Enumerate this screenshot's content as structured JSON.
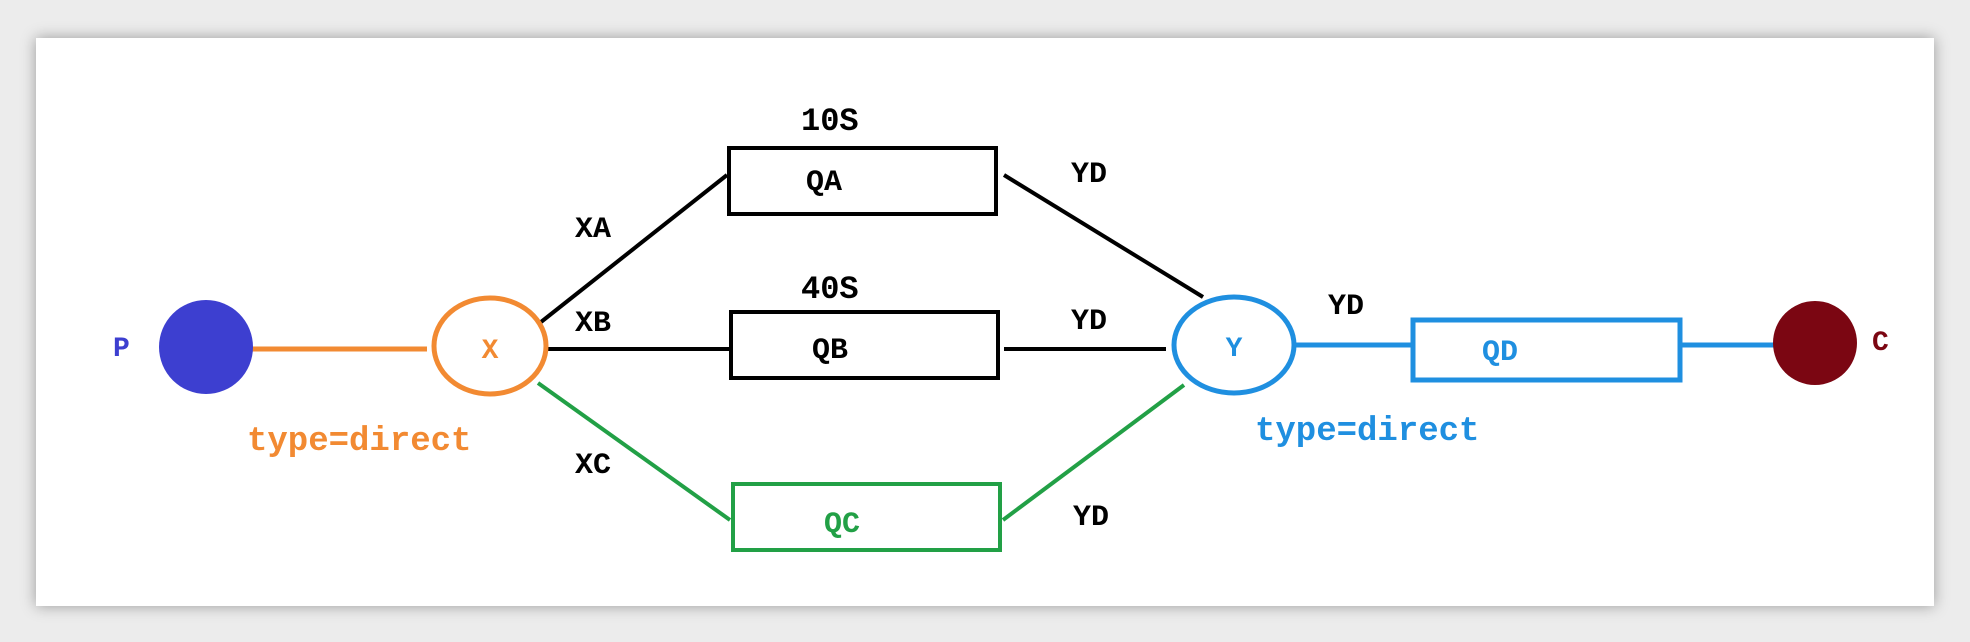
{
  "colors": {
    "producer": "#3d3fd0",
    "exchange_x": "#f28a32",
    "exchange_y": "#1f8fe0",
    "queue_c": "#22a046",
    "consumer": "#7b0612",
    "default_line": "#000000"
  },
  "producer": {
    "label": "P"
  },
  "consumer": {
    "label": "C"
  },
  "exchange_x": {
    "label": "X",
    "type_label": "type=direct"
  },
  "exchange_y": {
    "label": "Y",
    "type_label": "type=direct"
  },
  "queues": {
    "qa": {
      "label": "QA",
      "ttl": "10S"
    },
    "qb": {
      "label": "QB",
      "ttl": "40S"
    },
    "qc": {
      "label": "QC"
    },
    "qd": {
      "label": "QD"
    }
  },
  "routing_keys": {
    "xa": "XA",
    "xb": "XB",
    "xc": "XC",
    "qa_y": "YD",
    "qb_y": "YD",
    "qc_y": "YD",
    "y_qd": "YD"
  }
}
